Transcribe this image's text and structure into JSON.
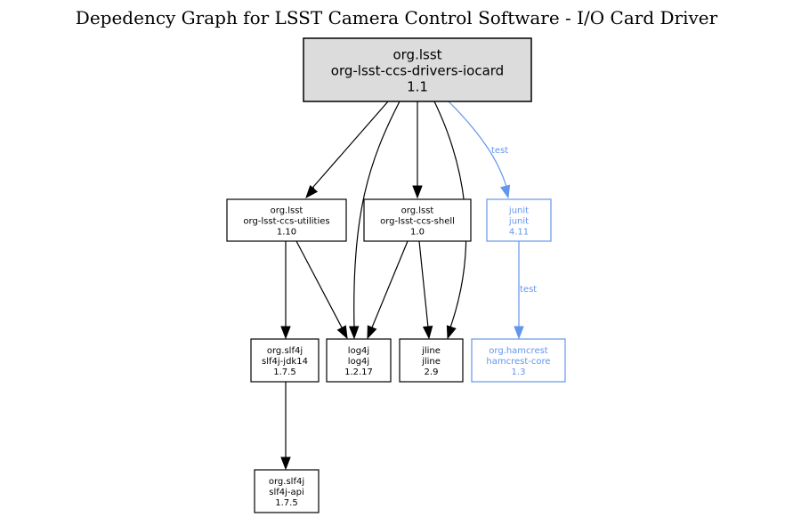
{
  "title": "Depedency Graph for LSST Camera Control Software - I/O Card Driver",
  "colors": {
    "compile": "#000000",
    "test": "#6495ed",
    "root_fill": "#dcdcdc",
    "node_fill": "#ffffff"
  },
  "nodes": [
    {
      "id": "root",
      "group": "org.lsst",
      "artifact": "org-lsst-ccs-drivers-iocard",
      "version": "1.1",
      "scope": "root"
    },
    {
      "id": "utilities",
      "group": "org.lsst",
      "artifact": "org-lsst-ccs-utilities",
      "version": "1.10",
      "scope": "compile"
    },
    {
      "id": "shell",
      "group": "org.lsst",
      "artifact": "org-lsst-ccs-shell",
      "version": "1.0",
      "scope": "compile"
    },
    {
      "id": "junit",
      "group": "junit",
      "artifact": "junit",
      "version": "4.11",
      "scope": "test"
    },
    {
      "id": "slf4j-jdk14",
      "group": "org.slf4j",
      "artifact": "slf4j-jdk14",
      "version": "1.7.5",
      "scope": "compile"
    },
    {
      "id": "log4j",
      "group": "log4j",
      "artifact": "log4j",
      "version": "1.2.17",
      "scope": "compile"
    },
    {
      "id": "jline",
      "group": "jline",
      "artifact": "jline",
      "version": "2.9",
      "scope": "compile"
    },
    {
      "id": "hamcrest",
      "group": "org.hamcrest",
      "artifact": "hamcrest-core",
      "version": "1.3",
      "scope": "test"
    },
    {
      "id": "slf4j-api",
      "group": "org.slf4j",
      "artifact": "slf4j-api",
      "version": "1.7.5",
      "scope": "compile"
    }
  ],
  "edges": [
    {
      "from": "root",
      "to": "utilities",
      "scope": "compile",
      "label": ""
    },
    {
      "from": "root",
      "to": "log4j",
      "scope": "compile",
      "label": ""
    },
    {
      "from": "root",
      "to": "shell",
      "scope": "compile",
      "label": ""
    },
    {
      "from": "root",
      "to": "jline",
      "scope": "compile",
      "label": ""
    },
    {
      "from": "root",
      "to": "junit",
      "scope": "test",
      "label": "test"
    },
    {
      "from": "utilities",
      "to": "slf4j-jdk14",
      "scope": "compile",
      "label": ""
    },
    {
      "from": "utilities",
      "to": "log4j",
      "scope": "compile",
      "label": ""
    },
    {
      "from": "shell",
      "to": "log4j",
      "scope": "compile",
      "label": ""
    },
    {
      "from": "shell",
      "to": "jline",
      "scope": "compile",
      "label": ""
    },
    {
      "from": "junit",
      "to": "hamcrest",
      "scope": "test",
      "label": "test"
    },
    {
      "from": "slf4j-jdk14",
      "to": "slf4j-api",
      "scope": "compile",
      "label": ""
    }
  ]
}
